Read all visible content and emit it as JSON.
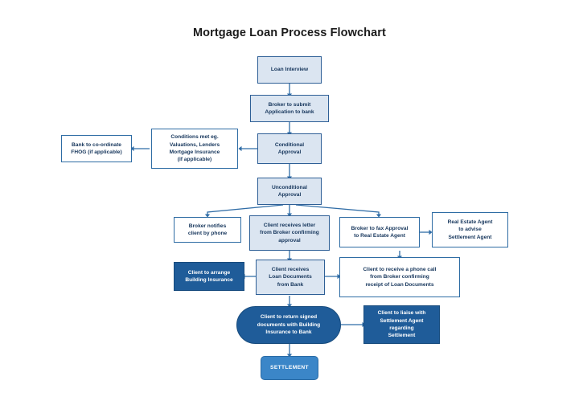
{
  "title": "Mortgage Loan Process Flowchart",
  "colors": {
    "light_fill": "#dbe5f1",
    "white_fill": "#ffffff",
    "dark_fill": "#1f5c99",
    "medium_fill": "#3b86c8",
    "border": "#2e5f96",
    "text_dark": "#16365c",
    "text_light": "#ffffff",
    "connector": "#2f6ca6",
    "title_color": "#1a1a1a"
  },
  "nodes": {
    "loan_interview": "Loan Interview",
    "broker_submit": "Broker to submit\nApplication to bank",
    "conditional_approval": "Conditional\nApproval",
    "conditions_met": "Conditions met eg.\nValuations, Lenders\nMortgage Insurance\n(if applicable)",
    "bank_fhog": "Bank to co-ordinate\nFHOG (if applicable)",
    "unconditional_approval": "Unconditional\nApproval",
    "broker_notifies": "Broker notifies\nclient by phone",
    "client_letter": "Client receives letter\nfrom Broker confirming\napproval",
    "broker_fax": "Broker to fax Approval\nto Real Estate Agent",
    "real_estate_agent": "Real Estate Agent\nto advise\nSettlement Agent",
    "client_building_insurance": "Client to arrange\nBuilding Insurance",
    "client_loan_documents": "Client receives\nLoan Documents\nfrom Bank",
    "client_phone_call": "Client to receive a phone call\nfrom Broker confirming\nreceipt of Loan Documents",
    "client_return_signed": "Client to return signed\ndocuments with Building\nInsurance to Bank",
    "client_liaise": "Client to liaise with\nSettlement Agent\nregarding\nSettlement",
    "settlement": "SETTLEMENT"
  }
}
